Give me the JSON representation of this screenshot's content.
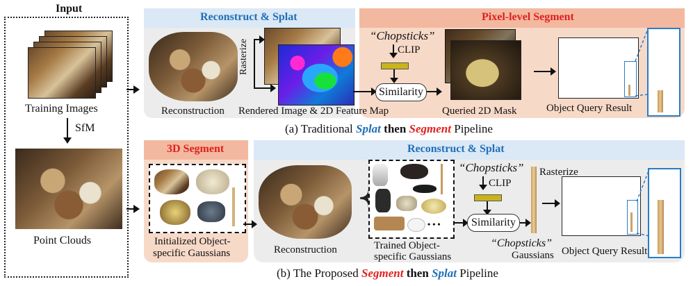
{
  "input": {
    "title": "Input",
    "training_images_label": "Training Images",
    "sfm_label": "SfM",
    "point_clouds_label": "Point Clouds"
  },
  "top": {
    "reconstruct_header": "Reconstruct & Splat",
    "pixel_segment_header": "Pixel-level Segment",
    "reconstruction_label": "Reconstruction",
    "rasterize_label": "Rasterize",
    "rendered_label": "Rendered Image & 2D Feature Map",
    "query_text": "“Chopsticks”",
    "clip_label": "CLIP",
    "similarity_label": "Similarity",
    "queried_mask_label": "Queried 2D Mask",
    "object_query_label": "Object Query Result",
    "caption_prefix": "(a) Traditional",
    "caption_splat": "Splat",
    "caption_then": "then",
    "caption_segment": "Segment",
    "caption_suffix": "Pipeline"
  },
  "bottom": {
    "segment_header": "3D Segment",
    "reconstruct_header": "Reconstruct & Splat",
    "initialized_label_1": "Initialized Object-",
    "initialized_label_2": "specific Gaussians",
    "reconstruction_label": "Reconstruction",
    "trained_label_1": "Trained Object-",
    "trained_label_2": "specific Gaussians",
    "ellipsis": "• • •",
    "query_text": "“Chopsticks”",
    "clip_label": "CLIP",
    "similarity_label": "Similarity",
    "chopsticks_gaussians_1": "“Chopsticks”",
    "chopsticks_gaussians_2": "Gaussians",
    "rasterize_label": "Rasterize",
    "object_query_label": "Object Query Result",
    "caption_prefix": "(b) The Proposed",
    "caption_segment": "Segment",
    "caption_then": "then",
    "caption_splat": "Splat",
    "caption_suffix": "Pipeline"
  },
  "colors": {
    "blue_header": "#dbe8f6",
    "blue_text": "#1f6fb8",
    "red_text": "#e02020",
    "orange_panel": "#f7d9c8",
    "orange_header": "#f2b9a0",
    "gray_panel": "#ececec",
    "clip_yellow": "#c9b51a",
    "zoom_blue": "#2a7cc7"
  }
}
